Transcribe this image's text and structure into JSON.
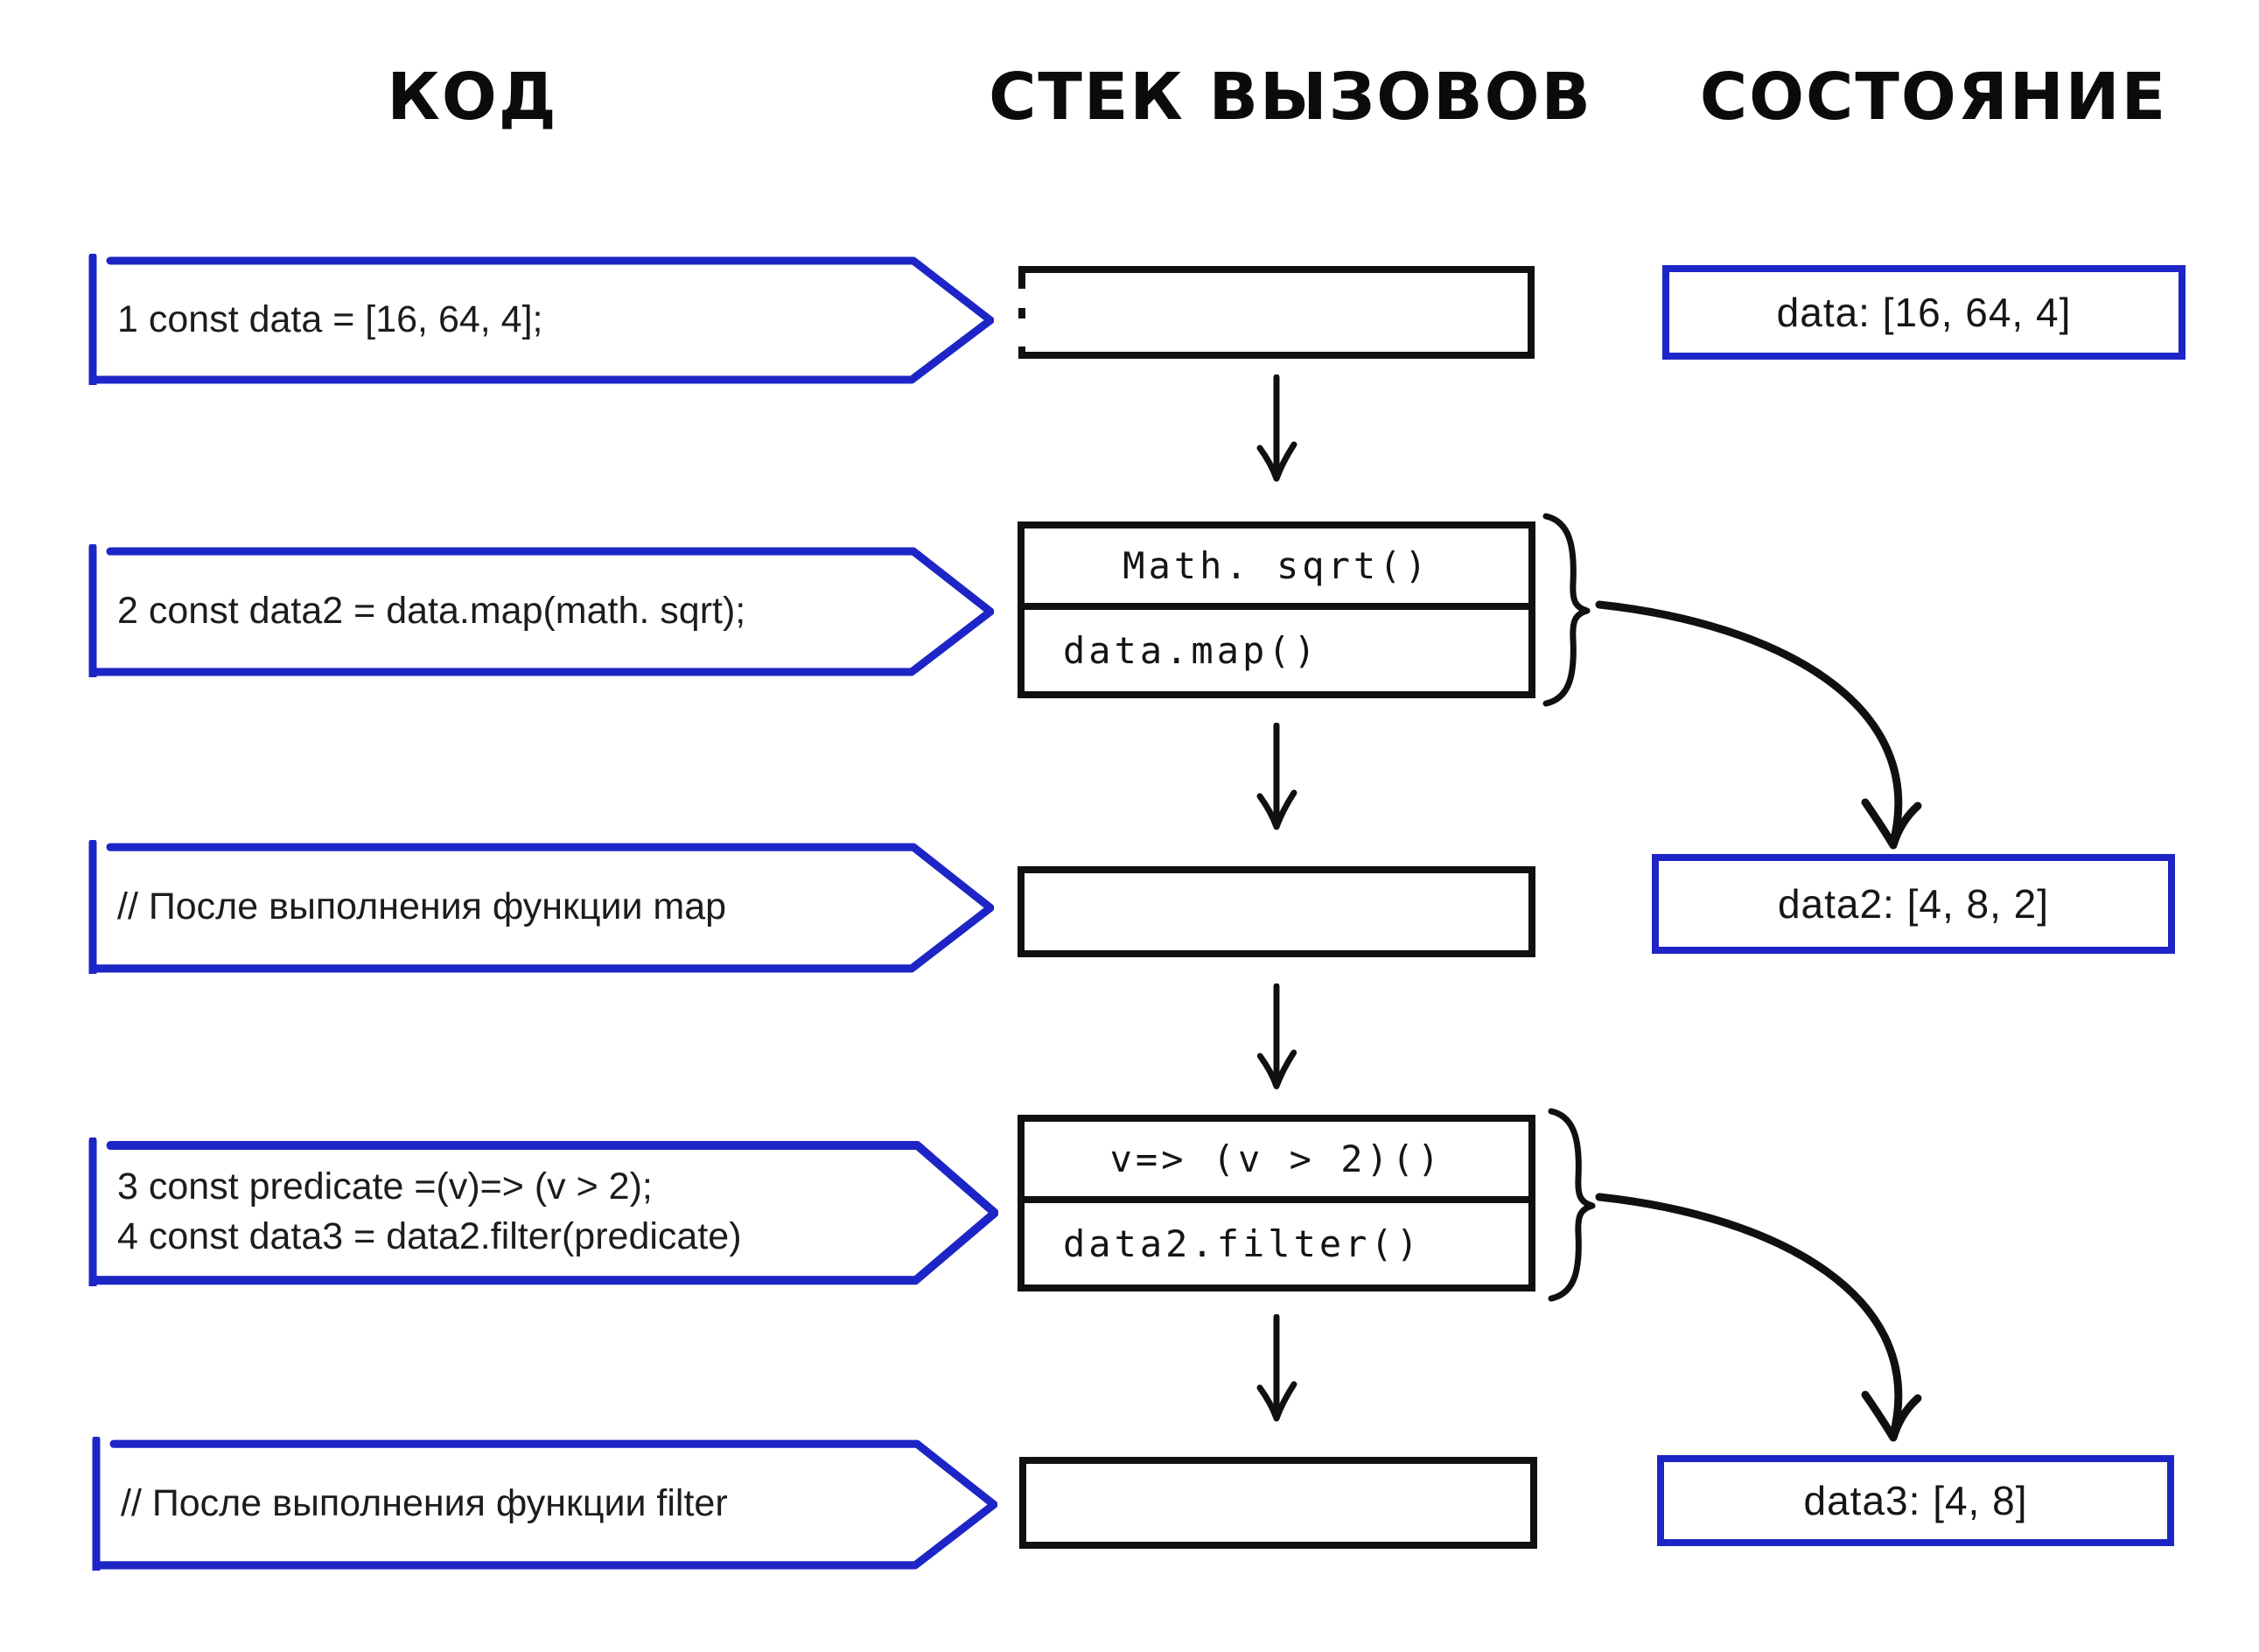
{
  "palette": {
    "accent_blue": "#1e25c6",
    "ink_black": "#101010"
  },
  "headers": {
    "code": "КОД",
    "call_stack": "СТЕК ВЫЗОВОВ",
    "state": "СОСТОЯНИЕ"
  },
  "code_arrows": [
    {
      "lines": [
        "1 const data = [16, 64, 4];"
      ]
    },
    {
      "lines": [
        "2 const data2 = data.map(math. sqrt);"
      ]
    },
    {
      "lines": [
        "// После выполнения функции map"
      ]
    },
    {
      "lines": [
        "3 const predicate =(v)=> (v > 2);",
        "4 const data3 = data2.filter(predicate)"
      ]
    },
    {
      "lines": [
        "// После выполнения функции filter"
      ]
    }
  ],
  "stack_frames": {
    "map_call": {
      "top": "Math. sqrt()",
      "bottom": "data.map()"
    },
    "filter_call": {
      "top": "v=> (v > 2)()",
      "bottom": "data2.filter()"
    }
  },
  "states": [
    {
      "label": "data: [16, 64, 4]"
    },
    {
      "label": "data2: [4, 8, 2]"
    },
    {
      "label": "data3: [4, 8]"
    }
  ]
}
